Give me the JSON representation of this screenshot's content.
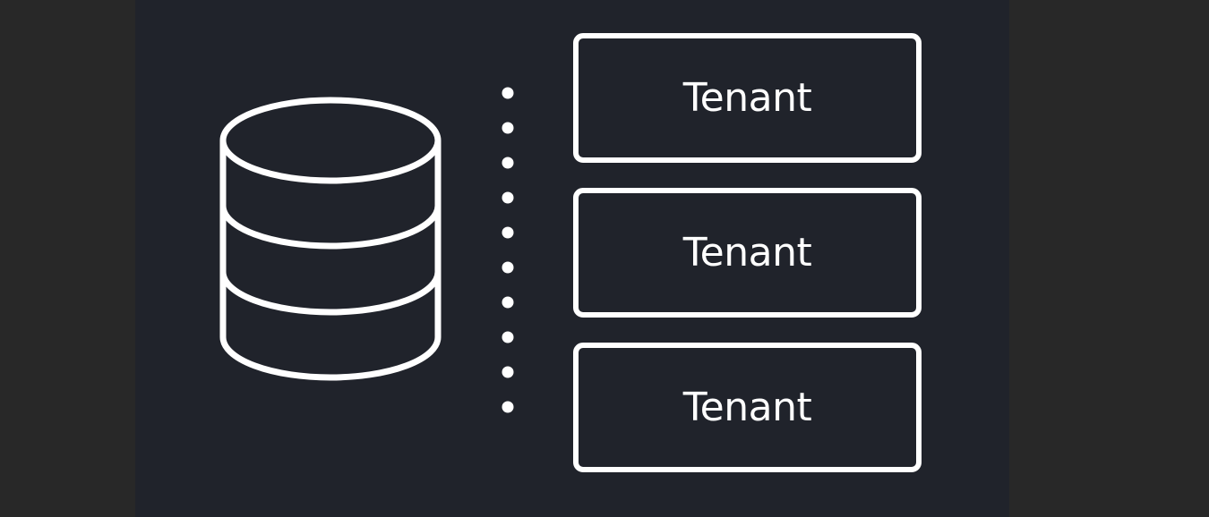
{
  "colors": {
    "outer_background": "#282828",
    "panel_background": "#20232b",
    "stroke": "#ffffff",
    "text": "#ffffff"
  },
  "icons": {
    "database": "database-icon",
    "connector": "dotted-connector"
  },
  "tenants": [
    {
      "label": "Tenant"
    },
    {
      "label": "Tenant"
    },
    {
      "label": "Tenant"
    }
  ]
}
